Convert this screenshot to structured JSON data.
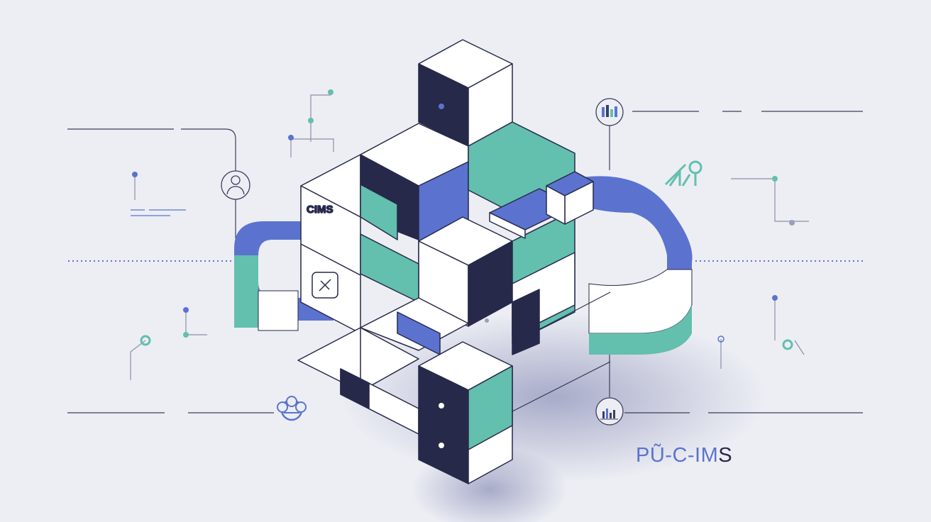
{
  "colors": {
    "background": "#eceef4",
    "navy": "#27294a",
    "blue": "#5b73cf",
    "teal": "#63bfae",
    "white": "#ffffff",
    "line": "#3b3f5c"
  },
  "illustration": {
    "cube_label": "CIMS",
    "brand_part1": "PŨ-C-IM",
    "brand_part2": "S"
  },
  "icons": [
    "user-avatar-icon",
    "bar-chart-icon",
    "analytics-chart-icon",
    "growth-chart-icon",
    "puzzle-app-icon",
    "cloud-network-icon"
  ]
}
